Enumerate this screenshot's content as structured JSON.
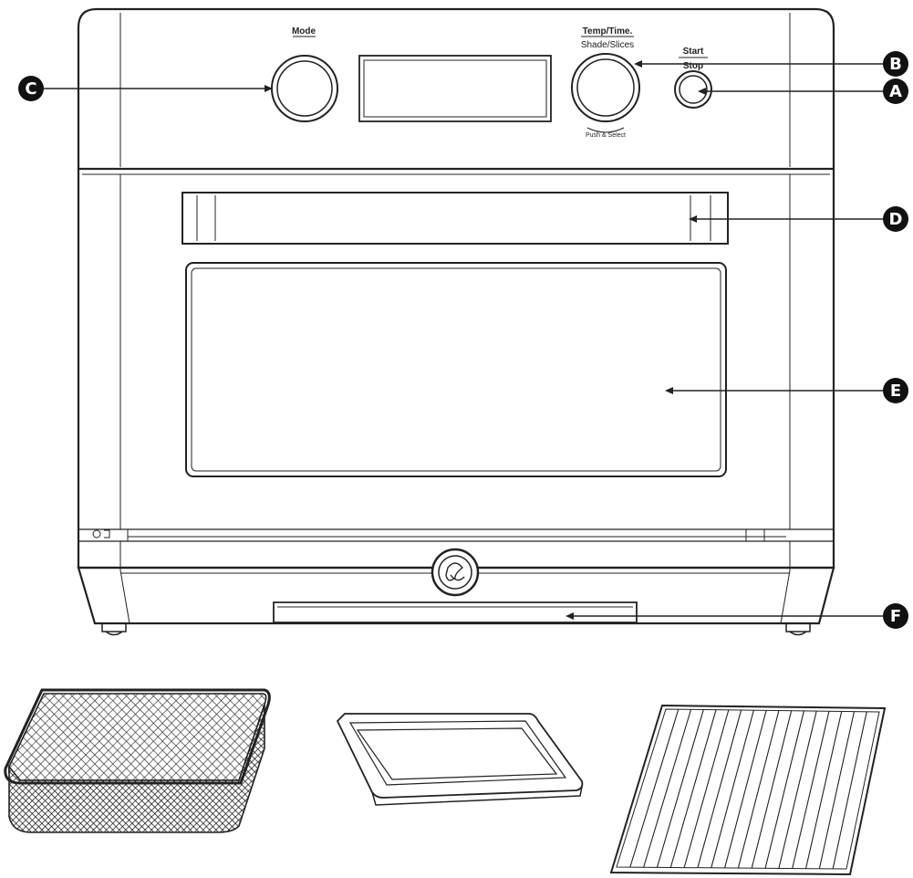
{
  "panel": {
    "mode_label": "Mode",
    "temp_time_label": "Temp/Time.",
    "shade_slices_label": "Shade/Slices",
    "push_select_label": "Push & Select",
    "start_label": "Start",
    "stop_label": "Stop"
  },
  "callouts": {
    "a": "A",
    "b": "B",
    "c": "C",
    "d": "D",
    "e": "E",
    "f": "F"
  },
  "colors": {
    "line": "#222222",
    "callout_fill": "#111111",
    "background": "#ffffff"
  },
  "icons": {
    "brand_badge": "ge-monogram-icon"
  }
}
